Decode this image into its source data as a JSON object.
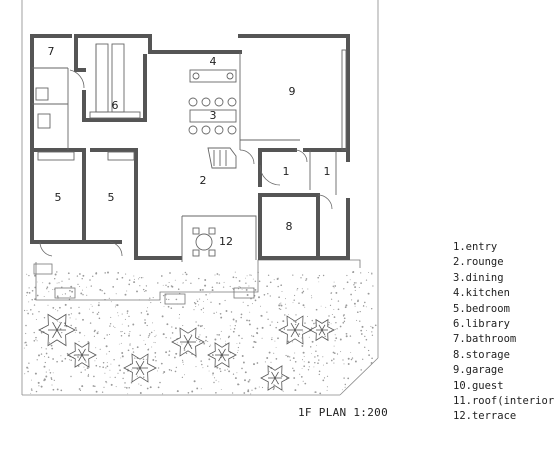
{
  "rooms": {
    "r1": "1",
    "r1b": "1",
    "r2": "2",
    "r3": "3",
    "r4": "4",
    "r5": "5",
    "r5b": "5",
    "r6": "6",
    "r7": "7",
    "r8": "8",
    "r9": "9",
    "r12": "12"
  },
  "legend": [
    "1.entry",
    "2.rounge",
    "3.dining",
    "4.kitchen",
    "5.bedroom",
    "6.library",
    "7.bathroom",
    "8.storage",
    "9.garage",
    "10.guest",
    "11.roof(interior",
    "12.terrace"
  ],
  "caption": "1F PLAN 1:200",
  "colors": {
    "wall": "#555555",
    "line": "#666666",
    "text": "#222222"
  }
}
